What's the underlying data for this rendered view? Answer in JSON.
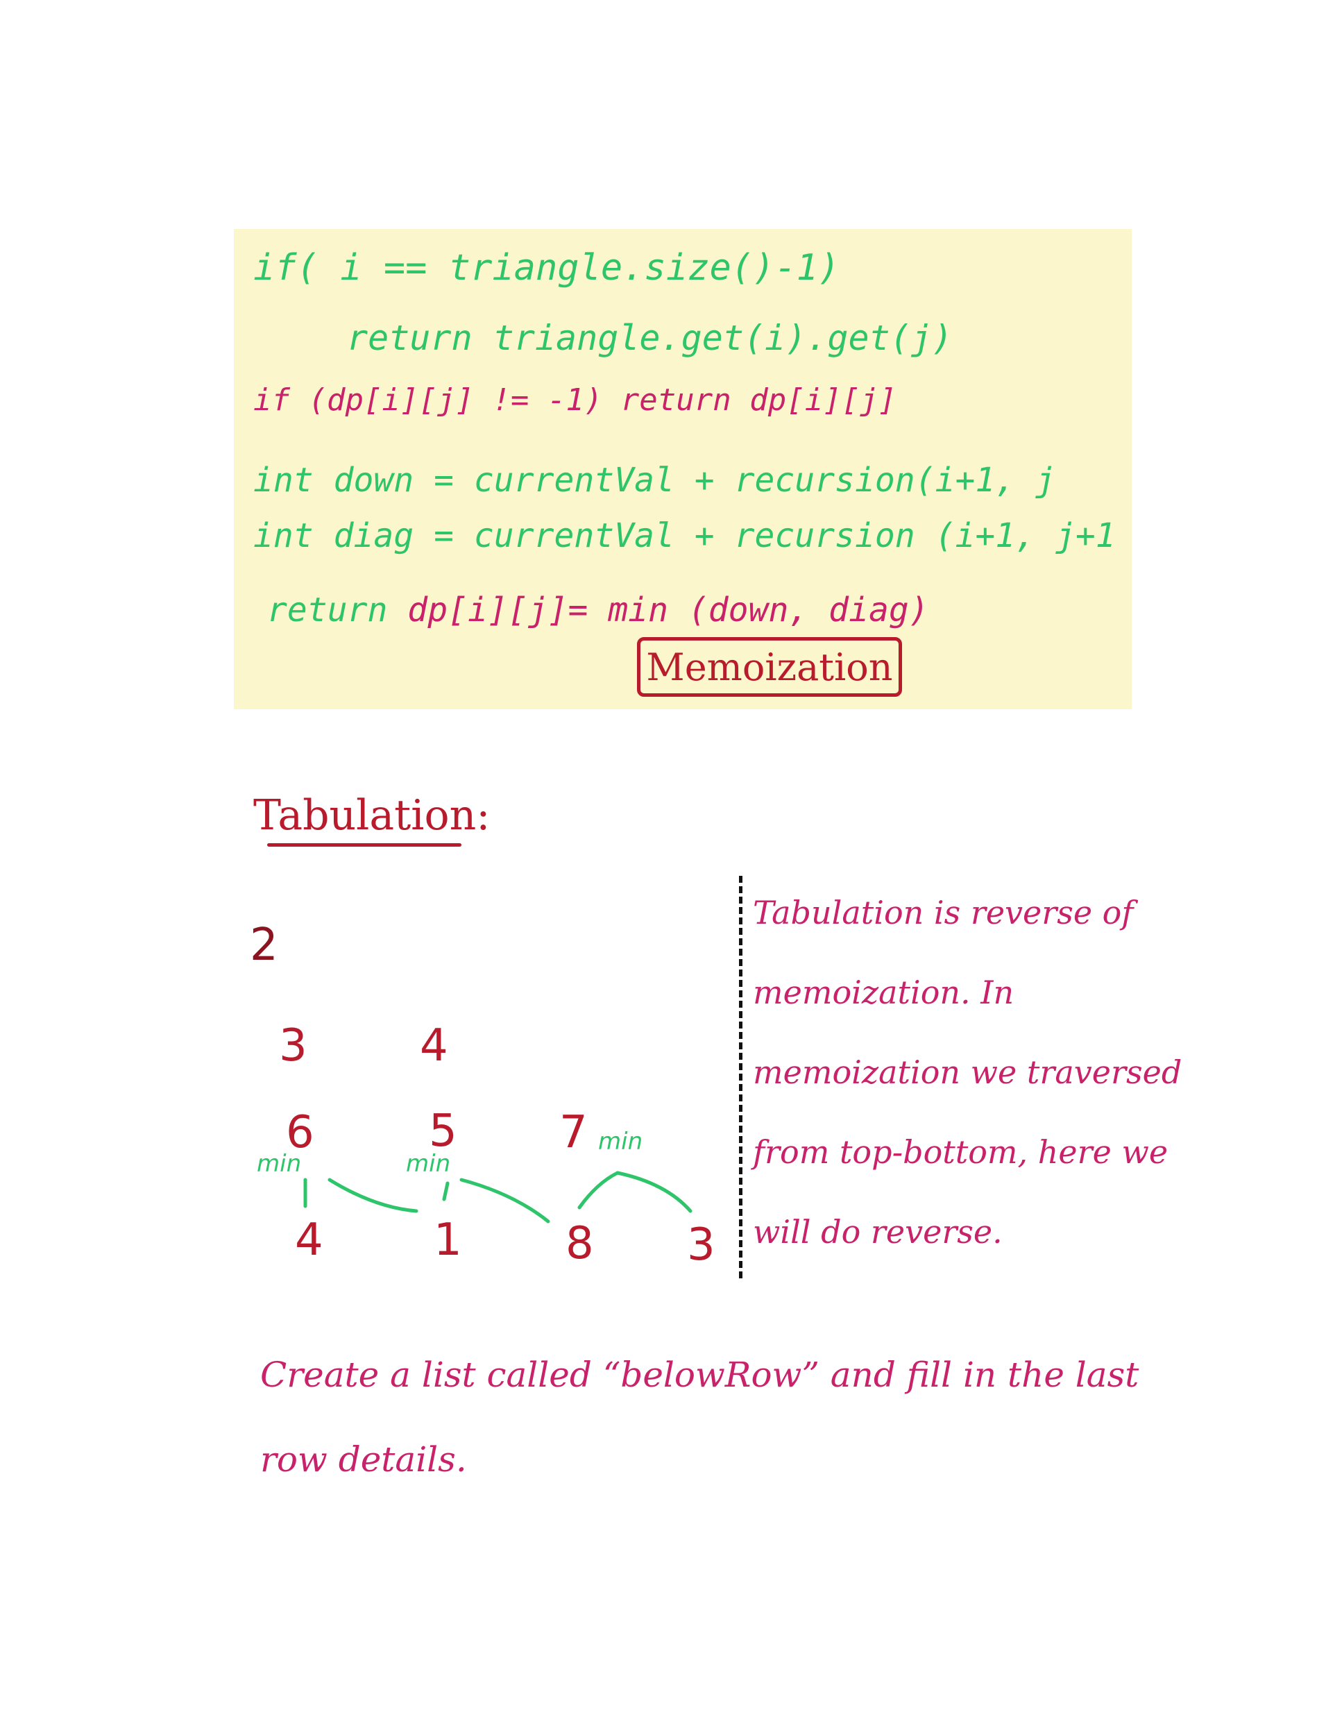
{
  "memo_note": {
    "code_lines": [
      {
        "text": "if( i == triangle.size()-1)",
        "color": "green"
      },
      {
        "text": "return  triangle.get(i).get(j)",
        "color": "green"
      },
      {
        "text": "if (dp[i][j] != -1)  return  dp[i][j]",
        "color": "pink"
      },
      {
        "text": "int down =  currentVal + recursion(i+1, j",
        "color": "green"
      },
      {
        "text": "int diag  = currentVal + recursion (i+1, j+1",
        "color": "green"
      },
      {
        "text": "return  dp[i][j]= min (down, diag)",
        "color": "mixed"
      }
    ],
    "return_prefix": "return",
    "return_rest": "dp[i][j]= min (down, diag)",
    "badge": "Memoization"
  },
  "tabulation": {
    "heading": "Tabulation:",
    "triangle": {
      "row1": [
        "2"
      ],
      "row2": [
        "3",
        "4"
      ],
      "row3": [
        "6",
        "5",
        "7"
      ],
      "row4": [
        "4",
        "1",
        "8",
        "3"
      ]
    },
    "min_labels": [
      "min",
      "min",
      "min"
    ],
    "side_note": "Tabulation is reverse of memoization. In memoization we traversed from top-bottom, here we will do reverse.",
    "instruction": "Create a list called “belowRow” and fill in the last row details."
  },
  "colors": {
    "note_bg": "#fcf6cc",
    "green": "#2ec46a",
    "maroon": "#b81c2c",
    "pink": "#c8226a"
  }
}
